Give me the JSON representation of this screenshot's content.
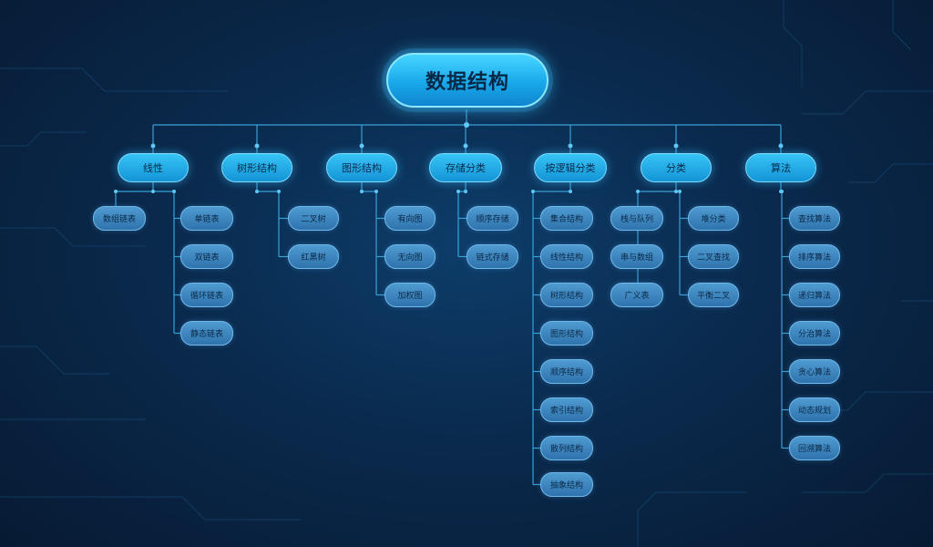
{
  "title": "数据结构",
  "colors": {
    "background": "#0a2a4d",
    "root": "#2cc0f4",
    "category": "#1fa6e3",
    "leaf": "#3a82bd",
    "connector": "#3aa0d8"
  },
  "branches": [
    {
      "label": "线性",
      "leaves": [
        "数组链表",
        "单链表",
        "双链表",
        "循环链表",
        "静态链表"
      ]
    },
    {
      "label": "树形结构",
      "leaves": [
        "二叉树",
        "红黑树"
      ]
    },
    {
      "label": "图形结构",
      "leaves": [
        "有向图",
        "无向图",
        "加权图"
      ]
    },
    {
      "label": "存储分类",
      "leaves": [
        "顺序存储",
        "链式存储"
      ]
    },
    {
      "label": "按逻辑分类",
      "leaves": [
        "集合结构",
        "线性结构",
        "树形结构",
        "图形结构",
        "顺序结构",
        "索引结构",
        "散列结构",
        "抽象结构"
      ]
    },
    {
      "label": "分类",
      "leaves": [
        "栈与队列",
        "串与数组",
        "广义表",
        "堆分类",
        "二叉查找",
        "平衡二叉"
      ]
    },
    {
      "label": "算法",
      "leaves": [
        "查找算法",
        "排序算法",
        "递归算法",
        "分治算法",
        "贪心算法",
        "动态规划",
        "回溯算法"
      ]
    }
  ]
}
